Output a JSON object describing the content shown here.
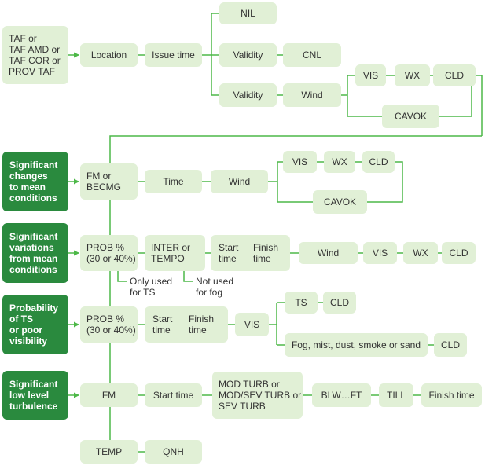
{
  "colors": {
    "line": "#4db848",
    "box": "#e1f0d6",
    "dark": "#2a8a3e"
  },
  "boxes": {
    "taf": "TAF or\nTAF AMD or\nTAF COR or\nPROV TAF",
    "location": "Location",
    "issue_time": "Issue time",
    "nil": "NIL",
    "validity1": "Validity",
    "cnl": "CNL",
    "validity2": "Validity",
    "wind1": "Wind",
    "vis1": "VIS",
    "wx1": "WX",
    "cld1": "CLD",
    "cavok1": "CAVOK",
    "sig_changes": "Significant\nchanges\nto mean\nconditions",
    "fm_becmg": "FM or\nBECMG",
    "time2": "Time",
    "wind2": "Wind",
    "vis2": "VIS",
    "wx2": "WX",
    "cld2": "CLD",
    "cavok2": "CAVOK",
    "sig_variations": "Significant\nvariations\nfrom mean\nconditions",
    "prob3": "PROB %\n(30 or 40%)",
    "inter_tempo": "INTER or\nTEMPO",
    "start3": "Start\ntime",
    "finish3": "Finish\ntime",
    "wind3": "Wind",
    "vis3": "VIS",
    "wx3": "WX",
    "cld3": "CLD",
    "prob_ts": "Probability\nof TS\nor poor\nvisibility",
    "prob4": "PROB %\n(30 or 40%)",
    "start4": "Start\ntime",
    "finish4": "Finish\ntime",
    "vis4": "VIS",
    "ts4": "TS",
    "cld4a": "CLD",
    "fog4": "Fog, mist, dust, smoke or sand",
    "cld4b": "CLD",
    "sig_turb": "Significant\nlow level\nturbulence",
    "fm5": "FM",
    "start5": "Start time",
    "turb5": "MOD TURB or\nMOD/SEV TURB or\nSEV TURB",
    "blw5": "BLW…FT",
    "till5": "TILL",
    "finish5": "Finish time",
    "temp6": "TEMP",
    "qnh6": "QNH"
  },
  "notes": {
    "only_ts": "Only used\nfor TS",
    "not_fog": "Not used\nfor fog"
  }
}
